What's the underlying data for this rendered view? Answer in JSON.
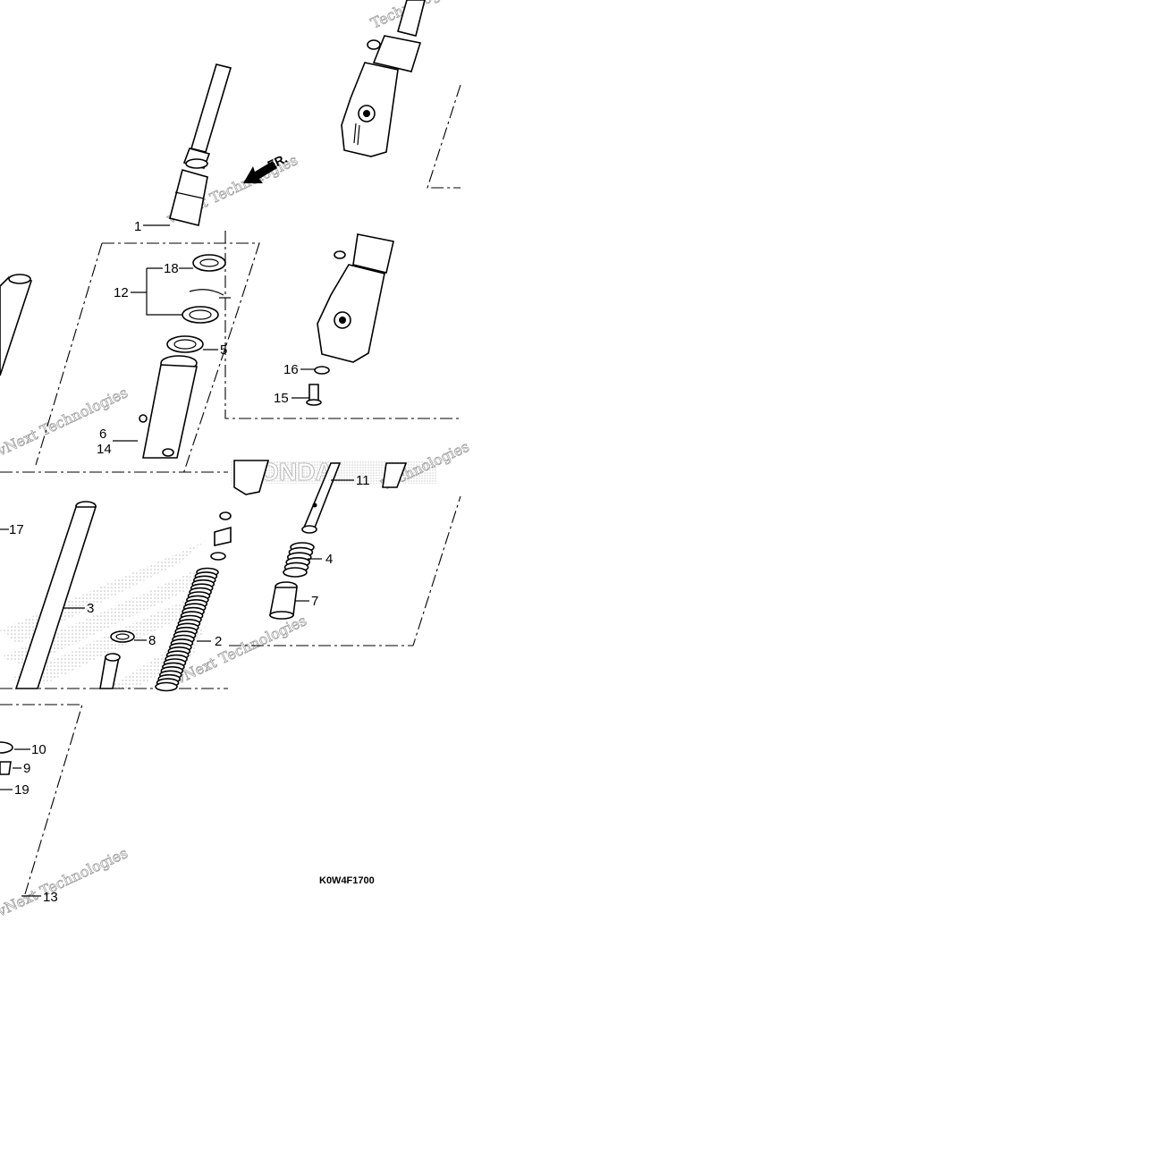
{
  "diagram": {
    "drawing_code": "K0W4F1700",
    "direction_label": "FR.",
    "watermark": {
      "texts": [
        "vNext Technologies",
        "Technologies",
        "vNext",
        "Technologies"
      ],
      "brand": "HONDA"
    },
    "callouts": [
      {
        "id": "1",
        "label": "1"
      },
      {
        "id": "2",
        "label": "2"
      },
      {
        "id": "3",
        "label": "3"
      },
      {
        "id": "4",
        "label": "4"
      },
      {
        "id": "5",
        "label": "5"
      },
      {
        "id": "6",
        "label": "6"
      },
      {
        "id": "7",
        "label": "7"
      },
      {
        "id": "8",
        "label": "8"
      },
      {
        "id": "9",
        "label": "9"
      },
      {
        "id": "10",
        "label": "10"
      },
      {
        "id": "11",
        "label": "11"
      },
      {
        "id": "12",
        "label": "12"
      },
      {
        "id": "13",
        "label": "13"
      },
      {
        "id": "14",
        "label": "14"
      },
      {
        "id": "15",
        "label": "15"
      },
      {
        "id": "16",
        "label": "16"
      },
      {
        "id": "17",
        "label": "17"
      },
      {
        "id": "18",
        "label": "18"
      },
      {
        "id": "19",
        "label": "19"
      }
    ]
  }
}
